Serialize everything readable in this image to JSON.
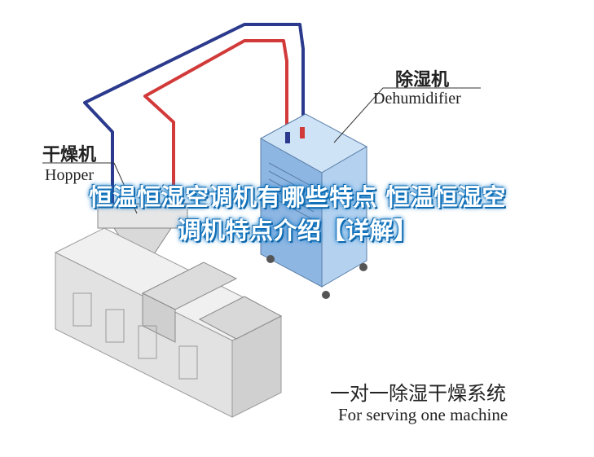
{
  "labels": {
    "dehumidifier_cn": "除湿机",
    "dehumidifier_en": "Dehumidifier",
    "hopper_cn": "干燥机",
    "hopper_en": "Hopper",
    "system_cn": "一对一除湿干燥系统",
    "system_en": "For serving one machine"
  },
  "overlay_title": "恒温恒湿空调机有哪些特点 恒温恒湿空调机特点介绍【详解】",
  "colors": {
    "pipe_blue": "#2b3a8c",
    "pipe_red": "#d23a3a",
    "unit_blue": "#9ec3ea",
    "machine_gray": "#dcdcdc",
    "overlay_glow": "#1a86d6"
  }
}
